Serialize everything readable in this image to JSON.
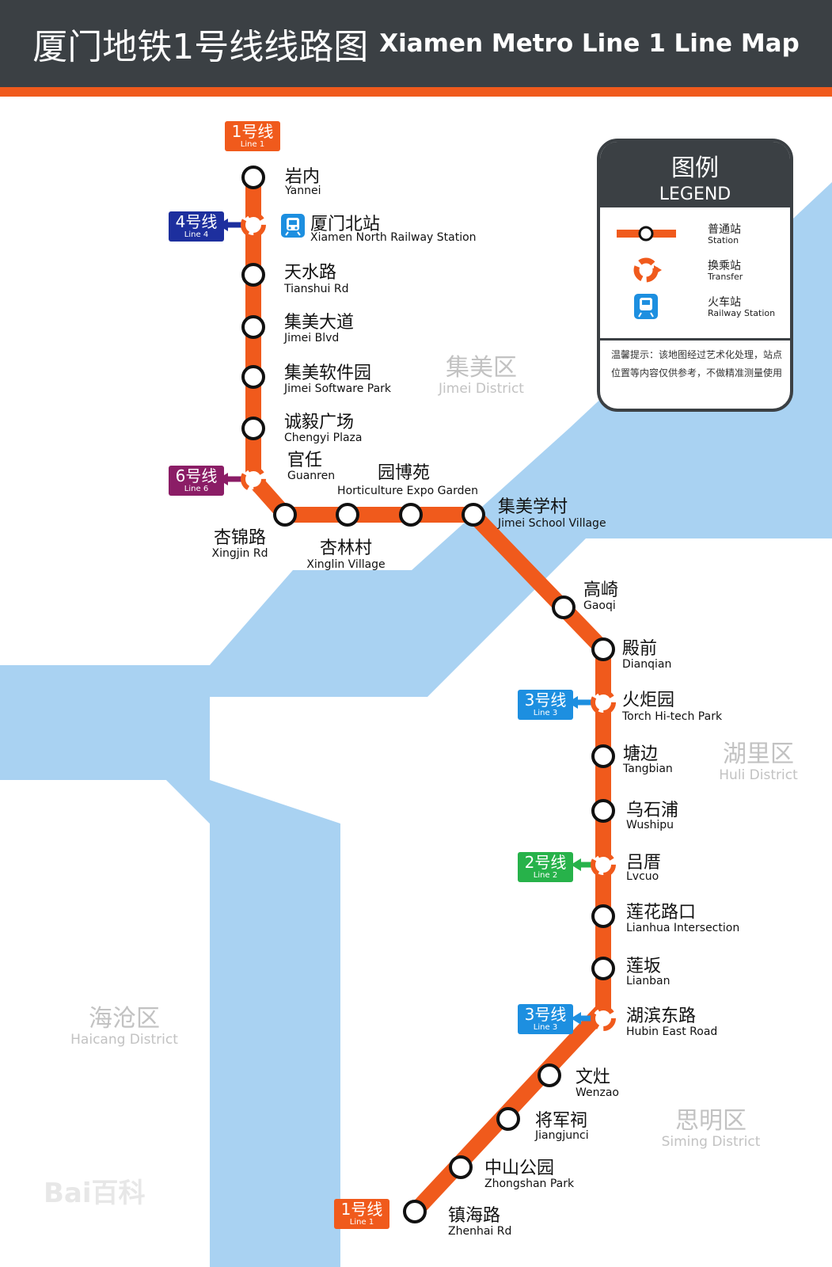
{
  "header": {
    "title_zh": "厦门地铁1号线线路图",
    "title_en": "Xiamen Metro Line 1 Line Map"
  },
  "colors": {
    "header_bg": "#3b4044",
    "line1": "#f05a1c",
    "line2": "#27b24a",
    "line3": "#1d8fe0",
    "line4": "#1d2f9e",
    "line6": "#8b1d66",
    "water": "#a9d2f2"
  },
  "line_badges": [
    {
      "zh": "1号线",
      "en": "Line 1",
      "color": "#f05a1c",
      "where": "north-terminus"
    },
    {
      "zh": "4号线",
      "en": "Line 4",
      "color": "#1d2f9e",
      "where": "厦门北站"
    },
    {
      "zh": "6号线",
      "en": "Line 6",
      "color": "#8b1d66",
      "where": "官任"
    },
    {
      "zh": "3号线",
      "en": "Line 3",
      "color": "#1d8fe0",
      "where": "火炬园"
    },
    {
      "zh": "2号线",
      "en": "Line 2",
      "color": "#27b24a",
      "where": "吕厝"
    },
    {
      "zh": "3号线",
      "en": "Line 3",
      "color": "#1d8fe0",
      "where": "湖滨东路"
    },
    {
      "zh": "1号线",
      "en": "Line 1",
      "color": "#f05a1c",
      "where": "south-terminus"
    }
  ],
  "stations": [
    {
      "zh": "岩内",
      "en": "Yannei",
      "type": "station"
    },
    {
      "zh": "厦门北站",
      "en": "Xiamen North Railway Station",
      "type": "transfer",
      "railway": true,
      "transfer_color": "#1d2f9e",
      "icon": "railway-station-icon"
    },
    {
      "zh": "天水路",
      "en": "Tianshui Rd",
      "type": "station"
    },
    {
      "zh": "集美大道",
      "en": "Jimei Blvd",
      "type": "station"
    },
    {
      "zh": "集美软件园",
      "en": "Jimei Software Park",
      "type": "station"
    },
    {
      "zh": "诚毅广场",
      "en": "Chengyi Plaza",
      "type": "station"
    },
    {
      "zh": "官任",
      "en": "Guanren",
      "type": "transfer",
      "transfer_color": "#8b1d66"
    },
    {
      "zh": "杏锦路",
      "en": "Xingjin Rd",
      "type": "station"
    },
    {
      "zh": "杏林村",
      "en": "Xinglin Village",
      "type": "station"
    },
    {
      "zh": "园博苑",
      "en": "Horticulture Expo Garden",
      "type": "station"
    },
    {
      "zh": "集美学村",
      "en": "Jimei School Village",
      "type": "station"
    },
    {
      "zh": "高崎",
      "en": "Gaoqi",
      "type": "station"
    },
    {
      "zh": "殿前",
      "en": "Dianqian",
      "type": "station"
    },
    {
      "zh": "火炬园",
      "en": "Torch Hi-tech Park",
      "type": "transfer",
      "transfer_color": "#1d8fe0"
    },
    {
      "zh": "塘边",
      "en": "Tangbian",
      "type": "station"
    },
    {
      "zh": "乌石浦",
      "en": "Wushipu",
      "type": "station"
    },
    {
      "zh": "吕厝",
      "en": "Lvcuo",
      "type": "transfer",
      "transfer_color": "#27b24a"
    },
    {
      "zh": "莲花路口",
      "en": "Lianhua Intersection",
      "type": "station"
    },
    {
      "zh": "莲坂",
      "en": "Lianban",
      "type": "station"
    },
    {
      "zh": "湖滨东路",
      "en": "Hubin East Road",
      "type": "transfer",
      "transfer_color": "#1d8fe0"
    },
    {
      "zh": "文灶",
      "en": "Wenzao",
      "type": "station"
    },
    {
      "zh": "将军祠",
      "en": "Jiangjunci",
      "type": "station"
    },
    {
      "zh": "中山公园",
      "en": "Zhongshan Park",
      "type": "station"
    },
    {
      "zh": "镇海路",
      "en": "Zhenhai Rd",
      "type": "station"
    }
  ],
  "districts": [
    {
      "zh": "集美区",
      "en": "Jimei District"
    },
    {
      "zh": "湖里区",
      "en": "Huli District"
    },
    {
      "zh": "海沧区",
      "en": "Haicang District"
    },
    {
      "zh": "思明区",
      "en": "Siming District"
    }
  ],
  "legend": {
    "title_zh": "图例",
    "title_en": "LEGEND",
    "items": [
      {
        "zh": "普通站",
        "en": "Station",
        "icon": "station-icon"
      },
      {
        "zh": "换乘站",
        "en": "Transfer",
        "icon": "transfer-icon"
      },
      {
        "zh": "火车站",
        "en": "Railway Station",
        "icon": "railway-station-icon"
      }
    ],
    "note": "温馨提示：该地图经过艺术化处理，站点位置等内容仅供参考，不做精准测量使用"
  },
  "watermark": "Bai百科"
}
